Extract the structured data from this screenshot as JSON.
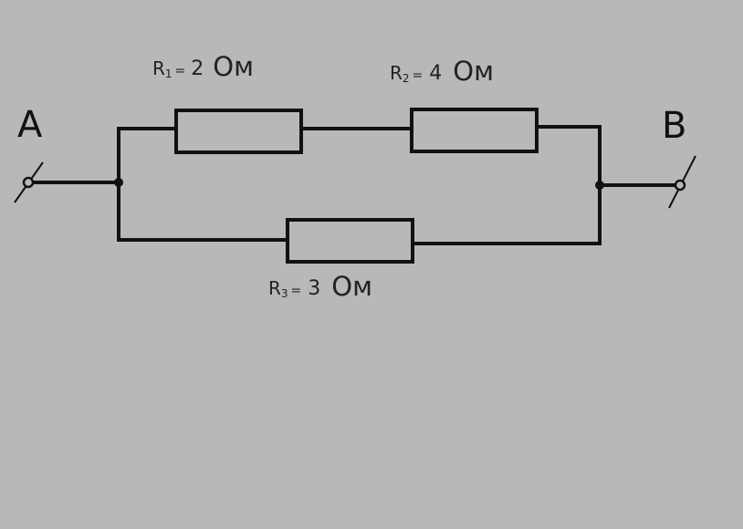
{
  "terminals": {
    "a_label": "A",
    "b_label": "B"
  },
  "resistors": [
    {
      "letter": "R",
      "index": "1",
      "eq": "=",
      "value": "2",
      "unit": "Ом"
    },
    {
      "letter": "R",
      "index": "2",
      "eq": "=",
      "value": "4",
      "unit": "Ом"
    },
    {
      "letter": "R",
      "index": "3",
      "eq": "=",
      "value": "3",
      "unit": "Ом"
    }
  ]
}
